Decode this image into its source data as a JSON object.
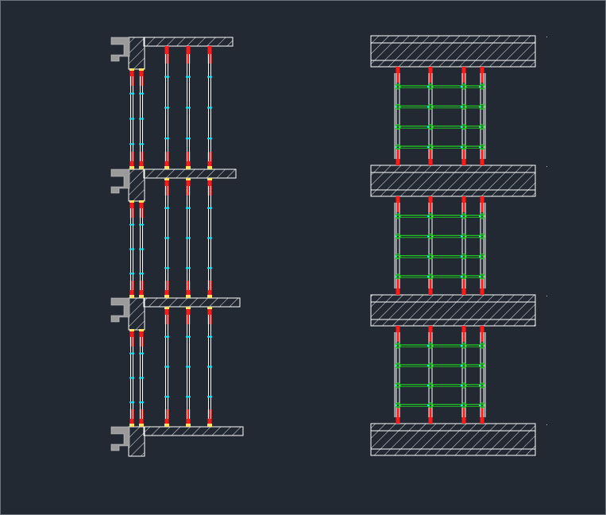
{
  "drawing": {
    "title": "",
    "background_color": "#232933",
    "colors": {
      "slab_outline": "#ffffff",
      "hatch": "#e8e8e8",
      "section_fill": "#9a9a9a",
      "prop_outer": "#ff1a1a",
      "prop_inner": "#ffffff",
      "clamp_marker": "#00e5ff",
      "bearing_plate": "#ffe066",
      "bracing": "#21d321",
      "node": "#21d321"
    },
    "left_view": {
      "name": "side-elevation",
      "levels": 4,
      "bays": 3,
      "props_per_bay": 5
    },
    "right_view": {
      "name": "front-elevation",
      "slabs": 4,
      "bays": 3,
      "props_per_bay": 4,
      "horizontal_ties_per_bay": 4
    }
  }
}
